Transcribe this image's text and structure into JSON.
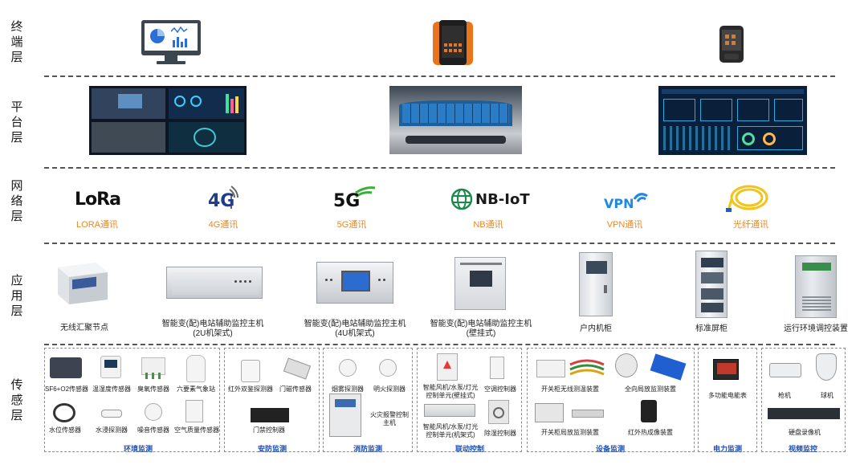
{
  "layers": {
    "terminal": "终\n端\n层",
    "platform": "平\n台\n层",
    "network": "网\n络\n层",
    "application": "应\n用\n层",
    "sensing": "传\n感\n层"
  },
  "network": {
    "lora": {
      "logo": "LoRa",
      "label": "LORA通讯"
    },
    "g4": {
      "logo": "4G",
      "label": "4G通讯"
    },
    "g5": {
      "logo": "5G",
      "label": "5G通讯"
    },
    "nb": {
      "logo": "NB-IoT",
      "label": "NB通讯"
    },
    "vpn": {
      "logo": "VPN",
      "label": "VPN通讯"
    },
    "fiber": {
      "label": "光纤通讯"
    }
  },
  "application": {
    "node": "无线汇聚节点",
    "host2u": "智能变(配)电站辅助监控主机\n(2U机架式)",
    "host4u": "智能变(配)电站辅助监控主机\n(4U机架式)",
    "hostwall": "智能变(配)电站辅助监控主机\n(壁挂式)",
    "indoor": "户内机柜",
    "standard": "标准屏柜",
    "env": "运行环境调控装置"
  },
  "sensing": {
    "env_group": {
      "title": "环境监测",
      "items": [
        "SF6+O2传感器",
        "温湿度传感器",
        "臭氧传感器",
        "六要素气象站",
        "水位传感器",
        "水浸探测器",
        "噪音传感器",
        "空气质量传感器"
      ]
    },
    "security_group": {
      "title": "安防监测",
      "items": [
        "红外双鉴探测器",
        "门磁传感器",
        "门禁控制器"
      ]
    },
    "fire_group": {
      "title": "消防监测",
      "items": [
        "烟雾探测器",
        "明火探测器",
        "火灾报警控制\n主机"
      ]
    },
    "link_group": {
      "title": "联动控制",
      "items": [
        "智能风机/水泵/灯光\n控制单元(壁挂式)",
        "空调控制器",
        "智能风机/水泵/灯光\n控制单元(机架式)",
        "除湿控制器"
      ]
    },
    "equip_group": {
      "title": "设备监测",
      "items": [
        "开关柜无线测温装置",
        "全向局放监测装置",
        "开关柜局放监测装置",
        "红外热成像装置"
      ]
    },
    "power_group": {
      "title": "电力监测",
      "items": [
        "多功能电能表"
      ]
    },
    "video_group": {
      "title": "视频监控",
      "items": [
        "枪机",
        "球机",
        "硬盘录像机"
      ]
    }
  },
  "colors": {
    "group_title": "#1f4fb5",
    "net_label": "#e38a2e",
    "device_orange": "#e8741c"
  }
}
